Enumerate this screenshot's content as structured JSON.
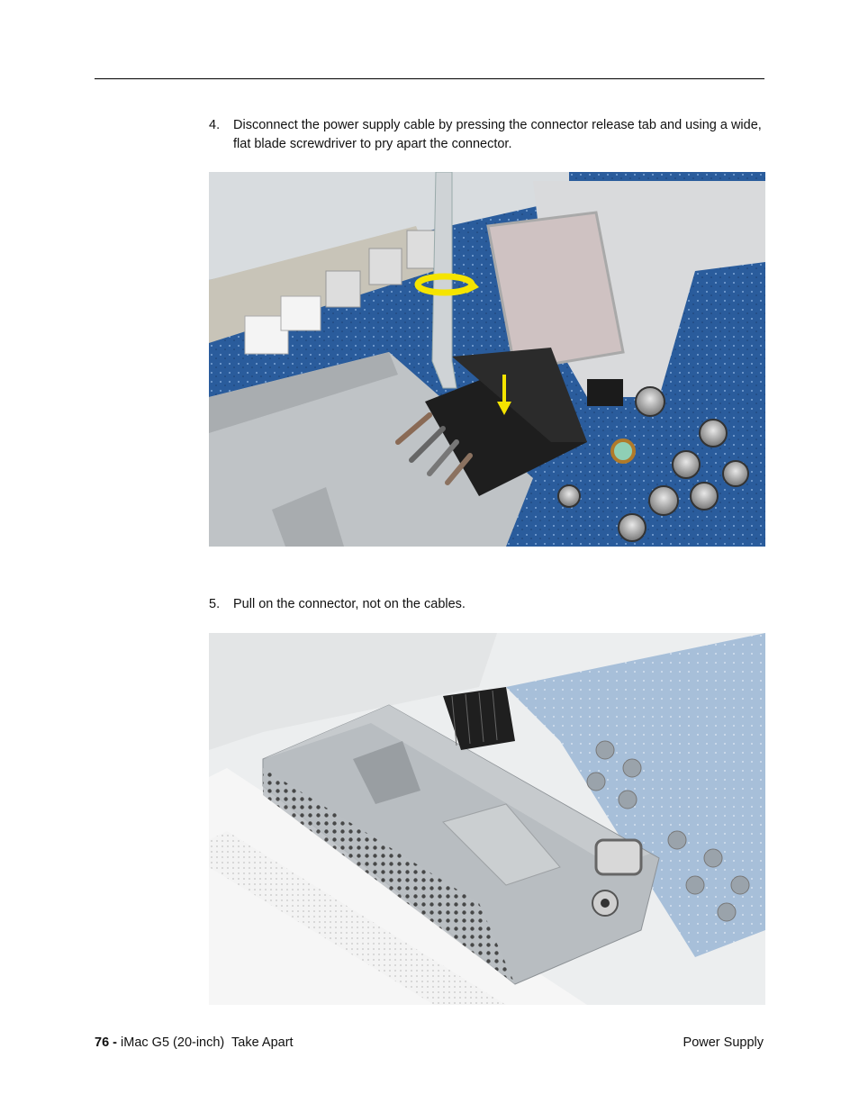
{
  "page": {
    "steps": [
      {
        "number": "4.",
        "text": "Disconnect the power supply cable by pressing the connector release tab and using a wide, flat blade screwdriver to pry apart the connector."
      },
      {
        "number": "5.",
        "text": "Pull on the connector, not on the cables."
      }
    ],
    "photos": [
      {
        "description": "Screwdriver prying apart power supply connector on logic board; yellow rotation arrow and yellow downward arrow on release tab",
        "annotation_color": "#f5e400"
      },
      {
        "description": "Power supply unit with connector disconnected from logic board"
      }
    ]
  },
  "footer": {
    "page_number": "76 -",
    "doc_title": "iMac G5 (20-inch)  Take Apart",
    "section": "Power Supply"
  }
}
